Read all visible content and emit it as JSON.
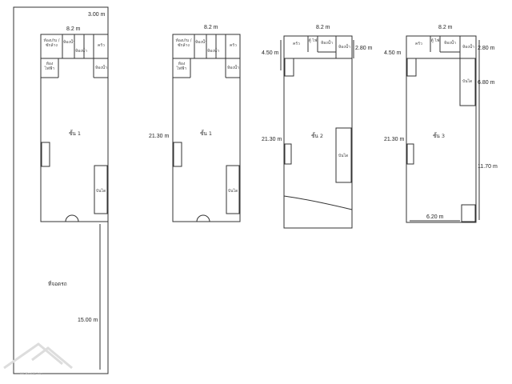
{
  "plans": [
    {
      "floor": "ชั้น 1",
      "width": "8.2 m",
      "setback": "3.00 m",
      "parking": "ที่จอดรถ",
      "parking_length": "15.00 m",
      "rooms": [
        "ห้องเก็บ / ซักล้าง",
        "ห้องน้ำ",
        "ห้องน้ำ",
        "ครัว",
        "ห้อง ไฟฟ้า",
        "ห้องน้ำ"
      ],
      "stairs": "บันได"
    },
    {
      "floor": "ชั้น 1",
      "width": "8.2 m",
      "depth": "21.30 m",
      "rooms": [
        "ห้องเก็บ / ซักล้าง",
        "ห้องน้ำ",
        "ห้องน้ำ",
        "ครัว",
        "ห้อง ไฟฟ้า",
        "ห้องน้ำ"
      ],
      "stairs": "บันได"
    },
    {
      "floor": "ชั้น 2",
      "width": "8.2 m",
      "depth": "21.30 m",
      "front": "4.50 m",
      "side": "2.80 m",
      "rooms": [
        "ครัว",
        "ตู้ ไฟ",
        "ห้องน้ำ",
        "ห้องน้ำ"
      ],
      "stairs": "บันได"
    },
    {
      "floor": "ชั้น 3",
      "width": "8.2 m",
      "depth": "21.30 m",
      "front": "4.50 m",
      "side": "2.80 m",
      "stair_len": "6.80 m",
      "rear": "11.70 m",
      "bottom": "6.20 m",
      "rooms": [
        "ครัว",
        "ตู้ ไฟ",
        "ห้องน้ำ",
        "ห้องน้ำ"
      ],
      "stairs": "บันได"
    }
  ],
  "watermark": "WL Real Estate"
}
